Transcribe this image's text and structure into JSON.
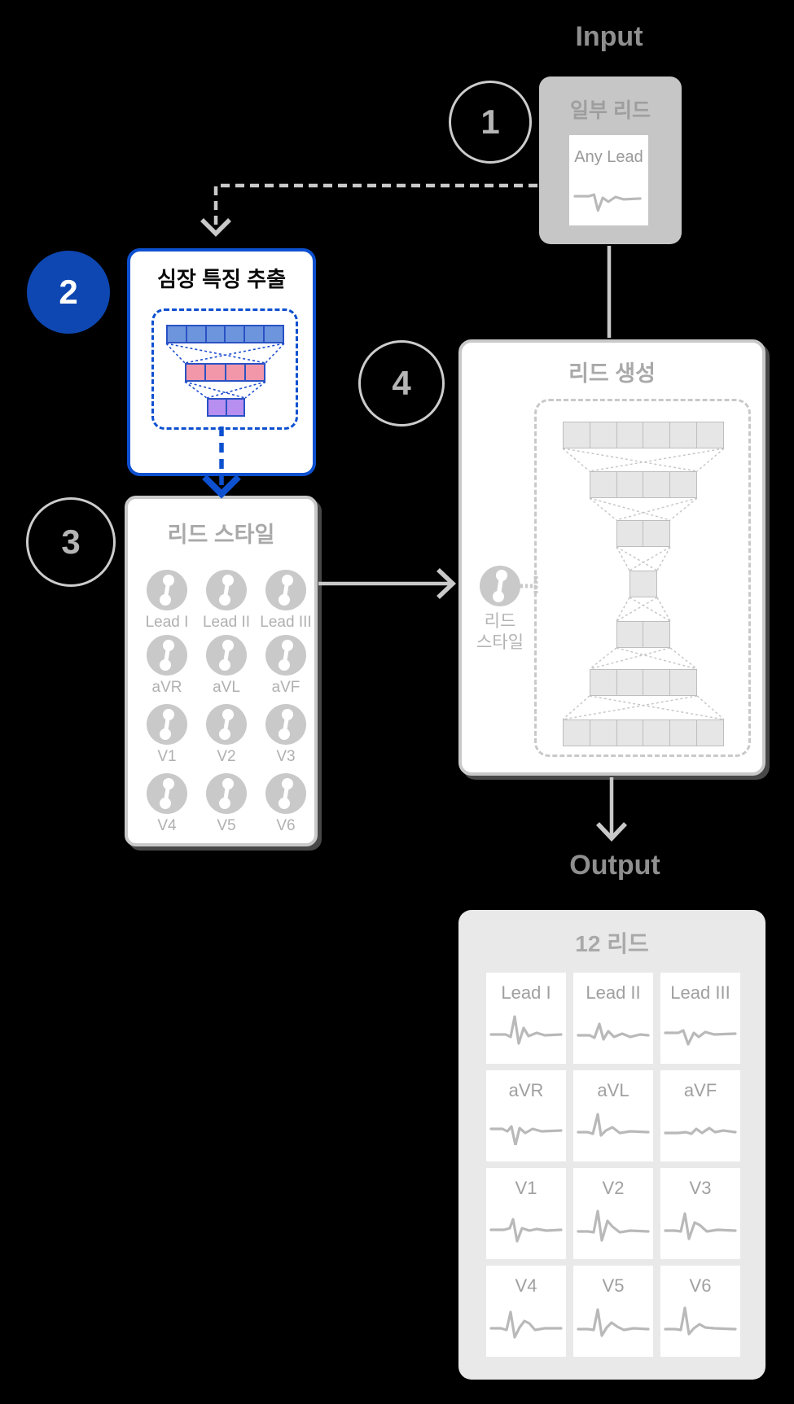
{
  "labels": {
    "input": "Input",
    "output": "Output"
  },
  "badges": {
    "b1": "1",
    "b2": "2",
    "b3": "3",
    "b4": "4"
  },
  "input_box": {
    "title": "일부 리드",
    "card_label": "Any Lead"
  },
  "feature_box": {
    "title": "심장 특징 추출"
  },
  "style_box": {
    "title": "리드 스타일",
    "leads": [
      "Lead I",
      "Lead II",
      "Lead III",
      "aVR",
      "aVL",
      "aVF",
      "V1",
      "V2",
      "V3",
      "V4",
      "V5",
      "V6"
    ]
  },
  "gen_box": {
    "title": "리드 생성",
    "style_label": [
      "리드",
      "스타일"
    ]
  },
  "output_box": {
    "title": "12 리드",
    "leads": [
      "Lead I",
      "Lead II",
      "Lead III",
      "aVR",
      "aVL",
      "aVF",
      "V1",
      "V2",
      "V3",
      "V4",
      "V5",
      "V6"
    ]
  },
  "colors": {
    "accent_blue": "#0d50d0",
    "badge_blue": "#0e47b2",
    "cell_blue": "#6d95de",
    "cell_pink": "#f297a9",
    "cell_purple": "#b68ff0",
    "gray_line": "#c9c9c9",
    "background": "#000000"
  },
  "waves": {
    "any_lead": "2,22 20,22 26,20 31,40 37,24 44,29 53,23 63,26 84,25",
    "lead_i": "2,30 20,30 26,33 31,8 36,41 42,22 48,32 58,28 68,31 88,30",
    "lead_ii": "2,31 16,31 22,34 28,17 33,36 39,26 46,33 56,29 66,33 78,30 88,31",
    "lead_iii": "2,28 18,28 24,25 30,42 37,28 43,33 51,27 62,30 88,29",
    "avr": "2,26 16,26 22,29 27,23 32,46 37,25 44,31 53,26 64,29 88,28",
    "avl": "2,30 14,30 20,32 26,8 30,34 36,28 44,24 53,31 66,29 88,30",
    "avf": "2,31 18,31 27,30 34,32 40,26 47,31 56,25 63,30 73,28 88,30",
    "v1": "2,30 18,30 25,28 29,17 34,44 40,28 49,31 58,29 70,31 88,30",
    "v2": "2,32 14,32 21,33 26,7 31,43 38,19 44,26 53,33 66,31 88,32",
    "v3": "2,31 14,31 21,32 26,10 31,41 38,21 44,24 53,32 66,30 88,31",
    "v4": "2,31 14,31 21,33 26,11 31,42 37,30 43,22 49,25 56,33 68,31 88,31",
    "v5": "2,32 14,32 21,33 26,8 31,40 37,30 43,24 50,29 58,33 70,31 88,32",
    "v6": "2,32 14,32 21,33 26,6 31,38 37,31 44,26 51,30 62,31 88,32"
  }
}
